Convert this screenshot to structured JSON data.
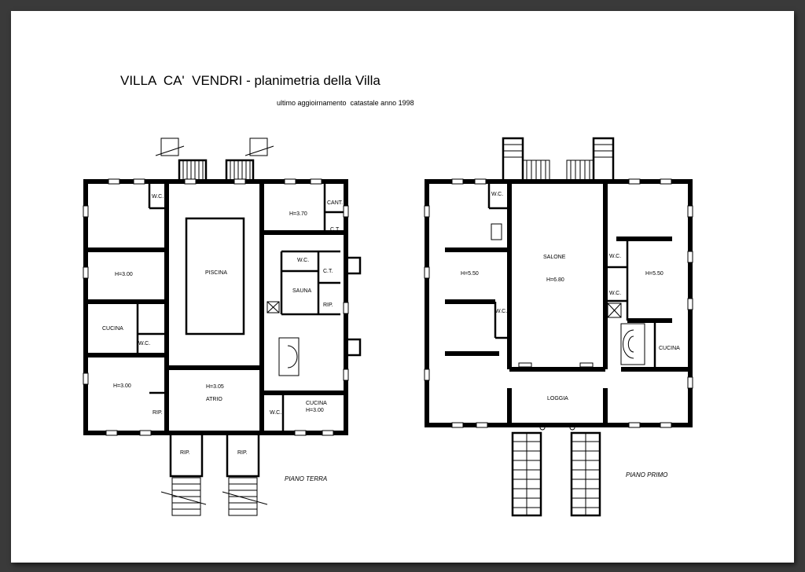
{
  "title": "VILLA  CA'  VENDRI - planimetria della Villa",
  "subtitle": "ultimo aggioirnamento  catastale anno 1998",
  "ground_floor": {
    "caption": "PIANO TERRA",
    "rooms": {
      "wc_top": "W.C.",
      "room_left_upper": "H=3.00",
      "cucina_left": "CUCINA",
      "wc_left": "W.C.",
      "room_left_lower": "H=3.00",
      "rip_left": "RIP.",
      "piscina": "PISCINA",
      "atrio_height": "H=3.05",
      "atrio": "ATRIO",
      "room_right_top": "H=3.70",
      "cant": "CANT.",
      "ct_top": "C.T.",
      "wc_right": "W.C.",
      "ct_mid": "C.T.",
      "sauna": "SAUNA",
      "rip_right": "RIP.",
      "wc_bottom": "W.C.",
      "cucina_right": "CUCINA",
      "cucina_right_height": "H=3.00",
      "rip_porch_left": "RIP.",
      "rip_porch_right": "RIP."
    }
  },
  "first_floor": {
    "caption": "PIANO PRIMO",
    "rooms": {
      "wc_top": "W.C.",
      "room_left": "H=5.50",
      "wc_left": "W.C.",
      "salone": "SALONE",
      "salone_height": "H=6.80",
      "loggia": "LOGGIA",
      "wc_right_upper": "W.C.",
      "wc_right_lower": "W.C.",
      "room_right": "H=5.50",
      "cucina": "CUCINA"
    }
  }
}
